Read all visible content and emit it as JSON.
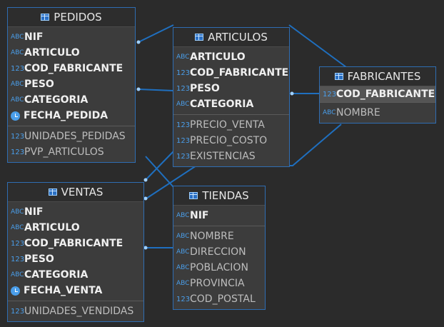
{
  "entities": {
    "pedidos": {
      "title": "PEDIDOS",
      "keys": [
        {
          "type": "ABC",
          "name": "NIF"
        },
        {
          "type": "ABC",
          "name": "ARTICULO"
        },
        {
          "type": "123",
          "name": "COD_FABRICANTE"
        },
        {
          "type": "ABC",
          "name": "PESO"
        },
        {
          "type": "ABC",
          "name": "CATEGORIA"
        },
        {
          "type": "date",
          "name": "FECHA_PEDIDA"
        }
      ],
      "attrs": [
        {
          "type": "123",
          "name": "UNIDADES_PEDIDAS"
        },
        {
          "type": "123",
          "name": "PVP_ARTICULOS"
        }
      ]
    },
    "articulos": {
      "title": "ARTICULOS",
      "keys": [
        {
          "type": "ABC",
          "name": "ARTICULO"
        },
        {
          "type": "123",
          "name": "COD_FABRICANTE"
        },
        {
          "type": "123",
          "name": "PESO"
        },
        {
          "type": "ABC",
          "name": "CATEGORIA"
        }
      ],
      "attrs": [
        {
          "type": "123",
          "name": "PRECIO_VENTA"
        },
        {
          "type": "123",
          "name": "PRECIO_COSTO"
        },
        {
          "type": "123",
          "name": "EXISTENCIAS"
        }
      ]
    },
    "fabricantes": {
      "title": "FABRICANTES",
      "keys": [
        {
          "type": "123",
          "name": "COD_FABRICANTE"
        }
      ],
      "attrs": [
        {
          "type": "ABC",
          "name": "NOMBRE"
        }
      ]
    },
    "ventas": {
      "title": "VENTAS",
      "keys": [
        {
          "type": "ABC",
          "name": "NIF"
        },
        {
          "type": "ABC",
          "name": "ARTICULO"
        },
        {
          "type": "123",
          "name": "COD_FABRICANTE"
        },
        {
          "type": "123",
          "name": "PESO"
        },
        {
          "type": "ABC",
          "name": "CATEGORIA"
        },
        {
          "type": "date",
          "name": "FECHA_VENTA"
        }
      ],
      "attrs": [
        {
          "type": "123",
          "name": "UNIDADES_VENDIDAS"
        }
      ]
    },
    "tiendas": {
      "title": "TIENDAS",
      "keys": [
        {
          "type": "ABC",
          "name": "NIF"
        }
      ],
      "attrs": [
        {
          "type": "ABC",
          "name": "NOMBRE"
        },
        {
          "type": "ABC",
          "name": "DIRECCION"
        },
        {
          "type": "ABC",
          "name": "POBLACION"
        },
        {
          "type": "ABC",
          "name": "PROVINCIA"
        },
        {
          "type": "123",
          "name": "COD_POSTAL"
        }
      ]
    }
  },
  "colors": {
    "link": "#1f6fbf",
    "border": "#2f6db2",
    "background": "#2b2b2b"
  }
}
